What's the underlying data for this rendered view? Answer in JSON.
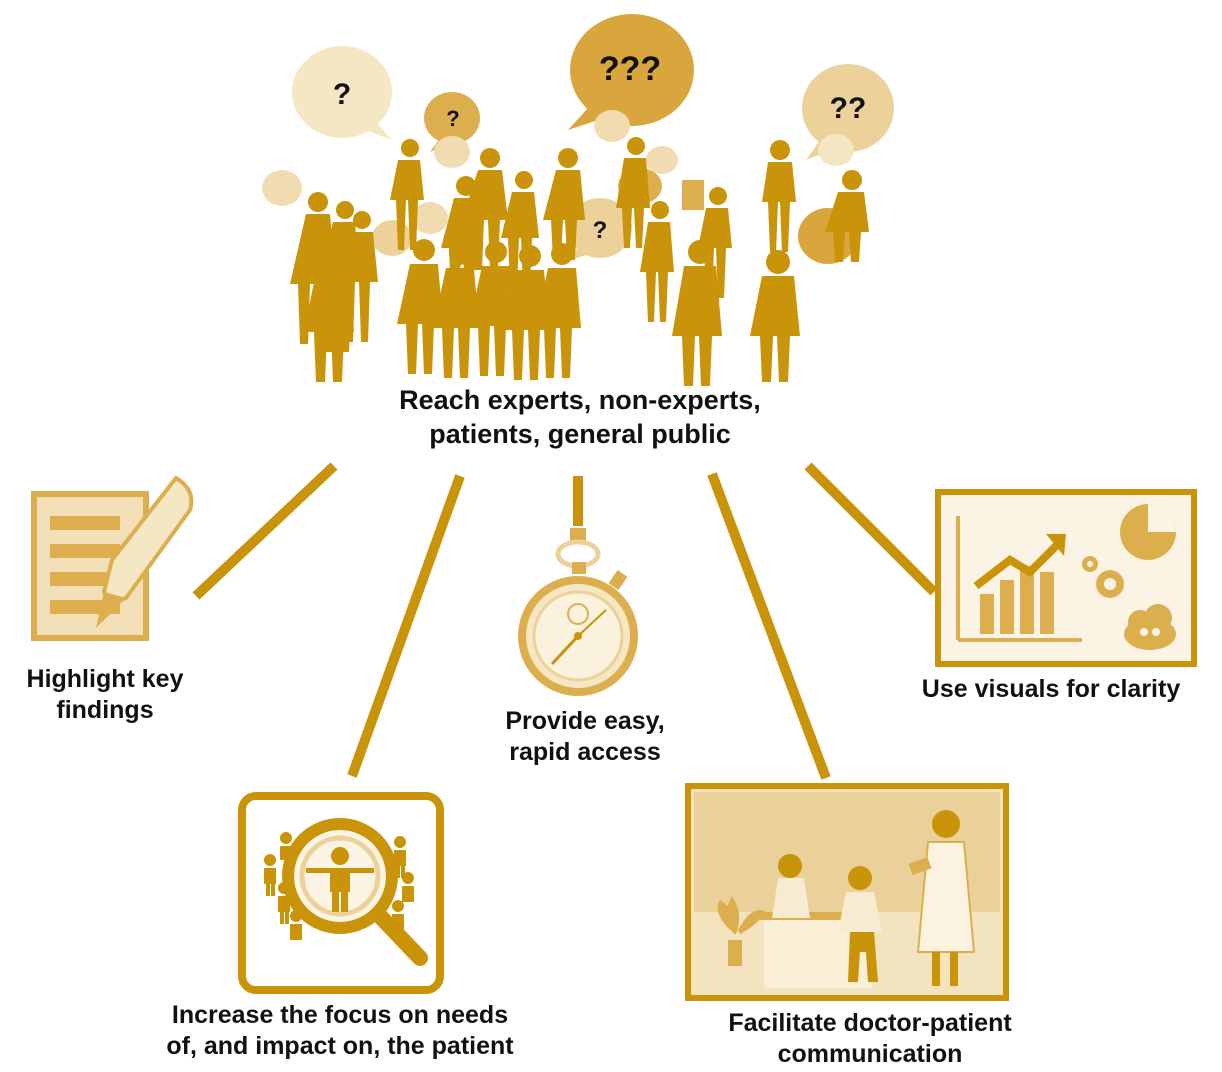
{
  "colors": {
    "gold_dark": "#c9940a",
    "gold_mid": "#dcae4e",
    "gold_light": "#ecd29a",
    "gold_pale": "#f5e6c4",
    "text": "#111111"
  },
  "hub": {
    "label_line1": "Reach experts, non-experts,",
    "label_line2": "patients, general public"
  },
  "bubbles": {
    "b1": "?",
    "b2": "?",
    "b3": "???",
    "b4": "?",
    "b5": "??"
  },
  "nodes": {
    "highlight": {
      "line1": "Highlight key",
      "line2": "findings",
      "icon": "document-pen-icon"
    },
    "focus": {
      "line1": "Increase the focus on needs",
      "line2": "of, and impact on, the patient",
      "icon": "magnifier-people-icon"
    },
    "access": {
      "line1": "Provide easy,",
      "line2": "rapid access",
      "icon": "stopwatch-icon"
    },
    "communication": {
      "line1": "Facilitate doctor-patient",
      "line2": "communication",
      "icon": "doctor-patient-scene-icon"
    },
    "visuals": {
      "line1": "Use visuals for clarity",
      "icon": "chart-gears-icon"
    }
  }
}
